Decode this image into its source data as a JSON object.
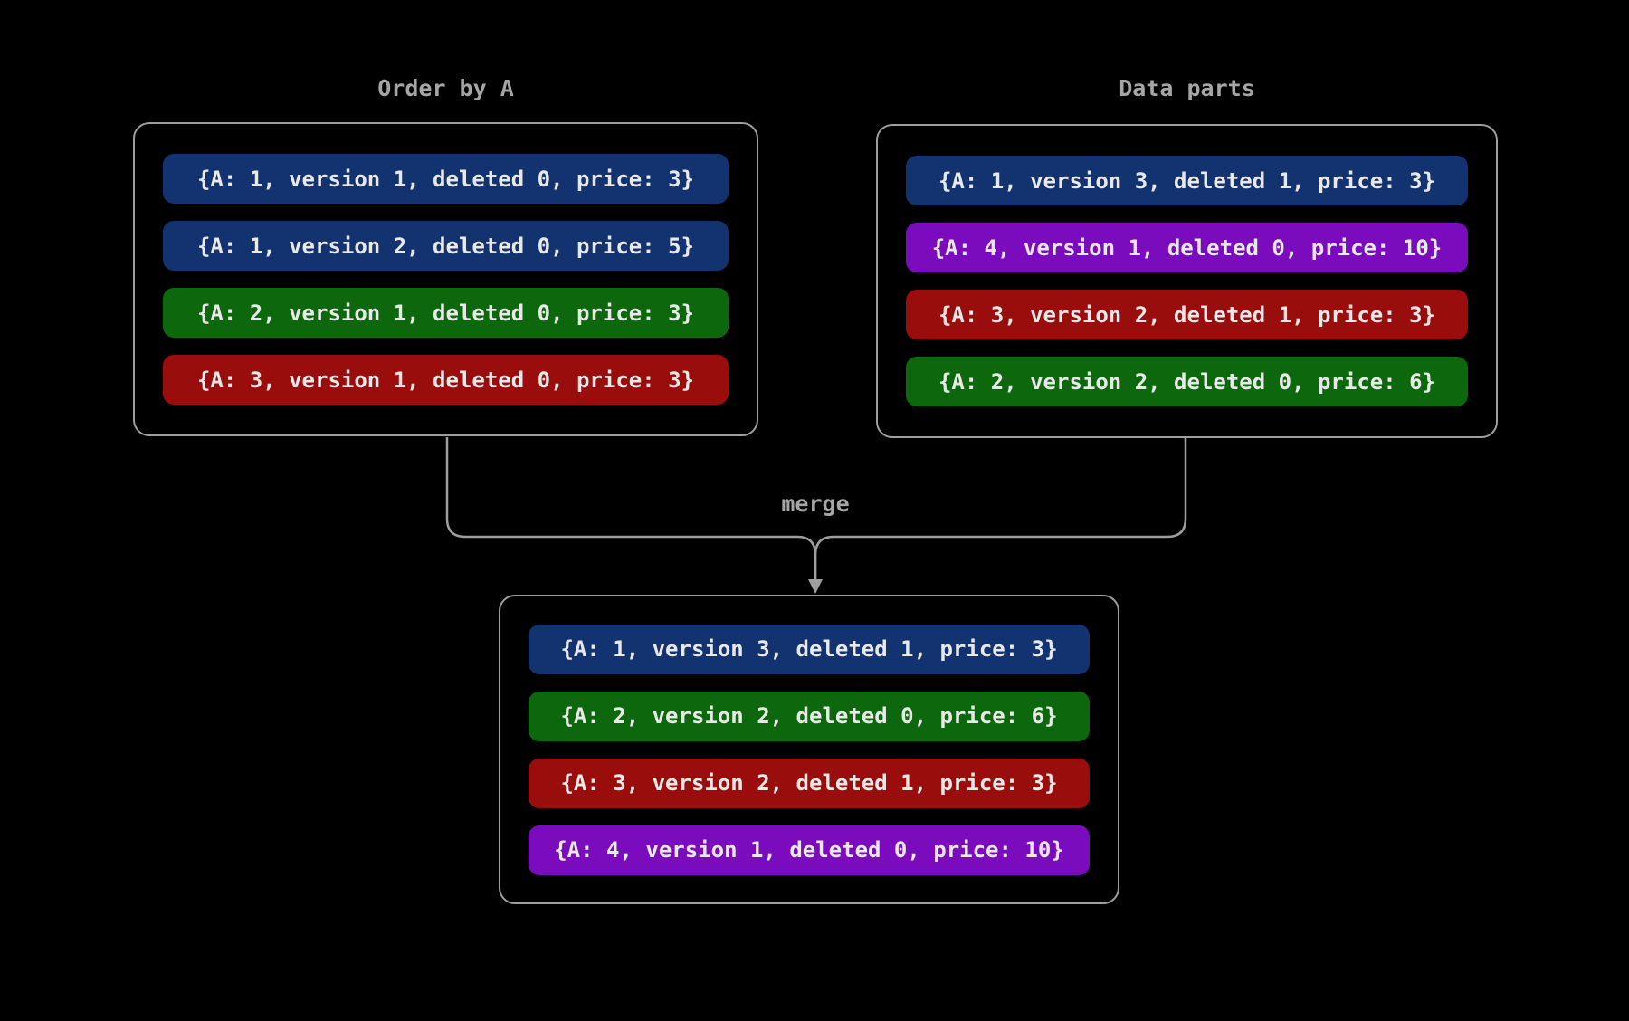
{
  "diagram": {
    "merge_label": "merge",
    "colors": {
      "background": "#000000",
      "panel_border": "#9e9e9e",
      "connector": "#9e9e9e",
      "title_text": "#a6a6a6",
      "row_text": "#e9e9e9",
      "blue": "#133270",
      "green": "#0d680d",
      "red": "#990d0d",
      "purple": "#7a0cbe"
    },
    "groups": [
      {
        "id": "order-by-a",
        "title": "Order by A",
        "rows": [
          {
            "text": "{A: 1, version 1, deleted 0, price: 3}",
            "color": "blue"
          },
          {
            "text": "{A: 1, version 2, deleted 0, price: 5}",
            "color": "blue"
          },
          {
            "text": "{A: 2, version 1, deleted 0, price: 3}",
            "color": "green"
          },
          {
            "text": "{A: 3, version 1, deleted 0, price: 3}",
            "color": "red"
          }
        ]
      },
      {
        "id": "data-parts",
        "title": "Data parts",
        "rows": [
          {
            "text": "{A: 1, version 3, deleted 1, price: 3}",
            "color": "blue"
          },
          {
            "text": "{A: 4, version 1, deleted 0, price: 10}",
            "color": "purple"
          },
          {
            "text": "{A: 3, version 2, deleted 1, price: 3}",
            "color": "red"
          },
          {
            "text": "{A: 2, version 2, deleted 0, price: 6}",
            "color": "green"
          }
        ]
      },
      {
        "id": "merged-result",
        "title": "",
        "rows": [
          {
            "text": "{A: 1, version 3, deleted 1, price: 3}",
            "color": "blue"
          },
          {
            "text": "{A: 2, version 2, deleted 0, price: 6}",
            "color": "green"
          },
          {
            "text": "{A: 3, version 2, deleted 1, price: 3}",
            "color": "red"
          },
          {
            "text": "{A: 4, version 1, deleted 0, price: 10}",
            "color": "purple"
          }
        ]
      }
    ]
  }
}
